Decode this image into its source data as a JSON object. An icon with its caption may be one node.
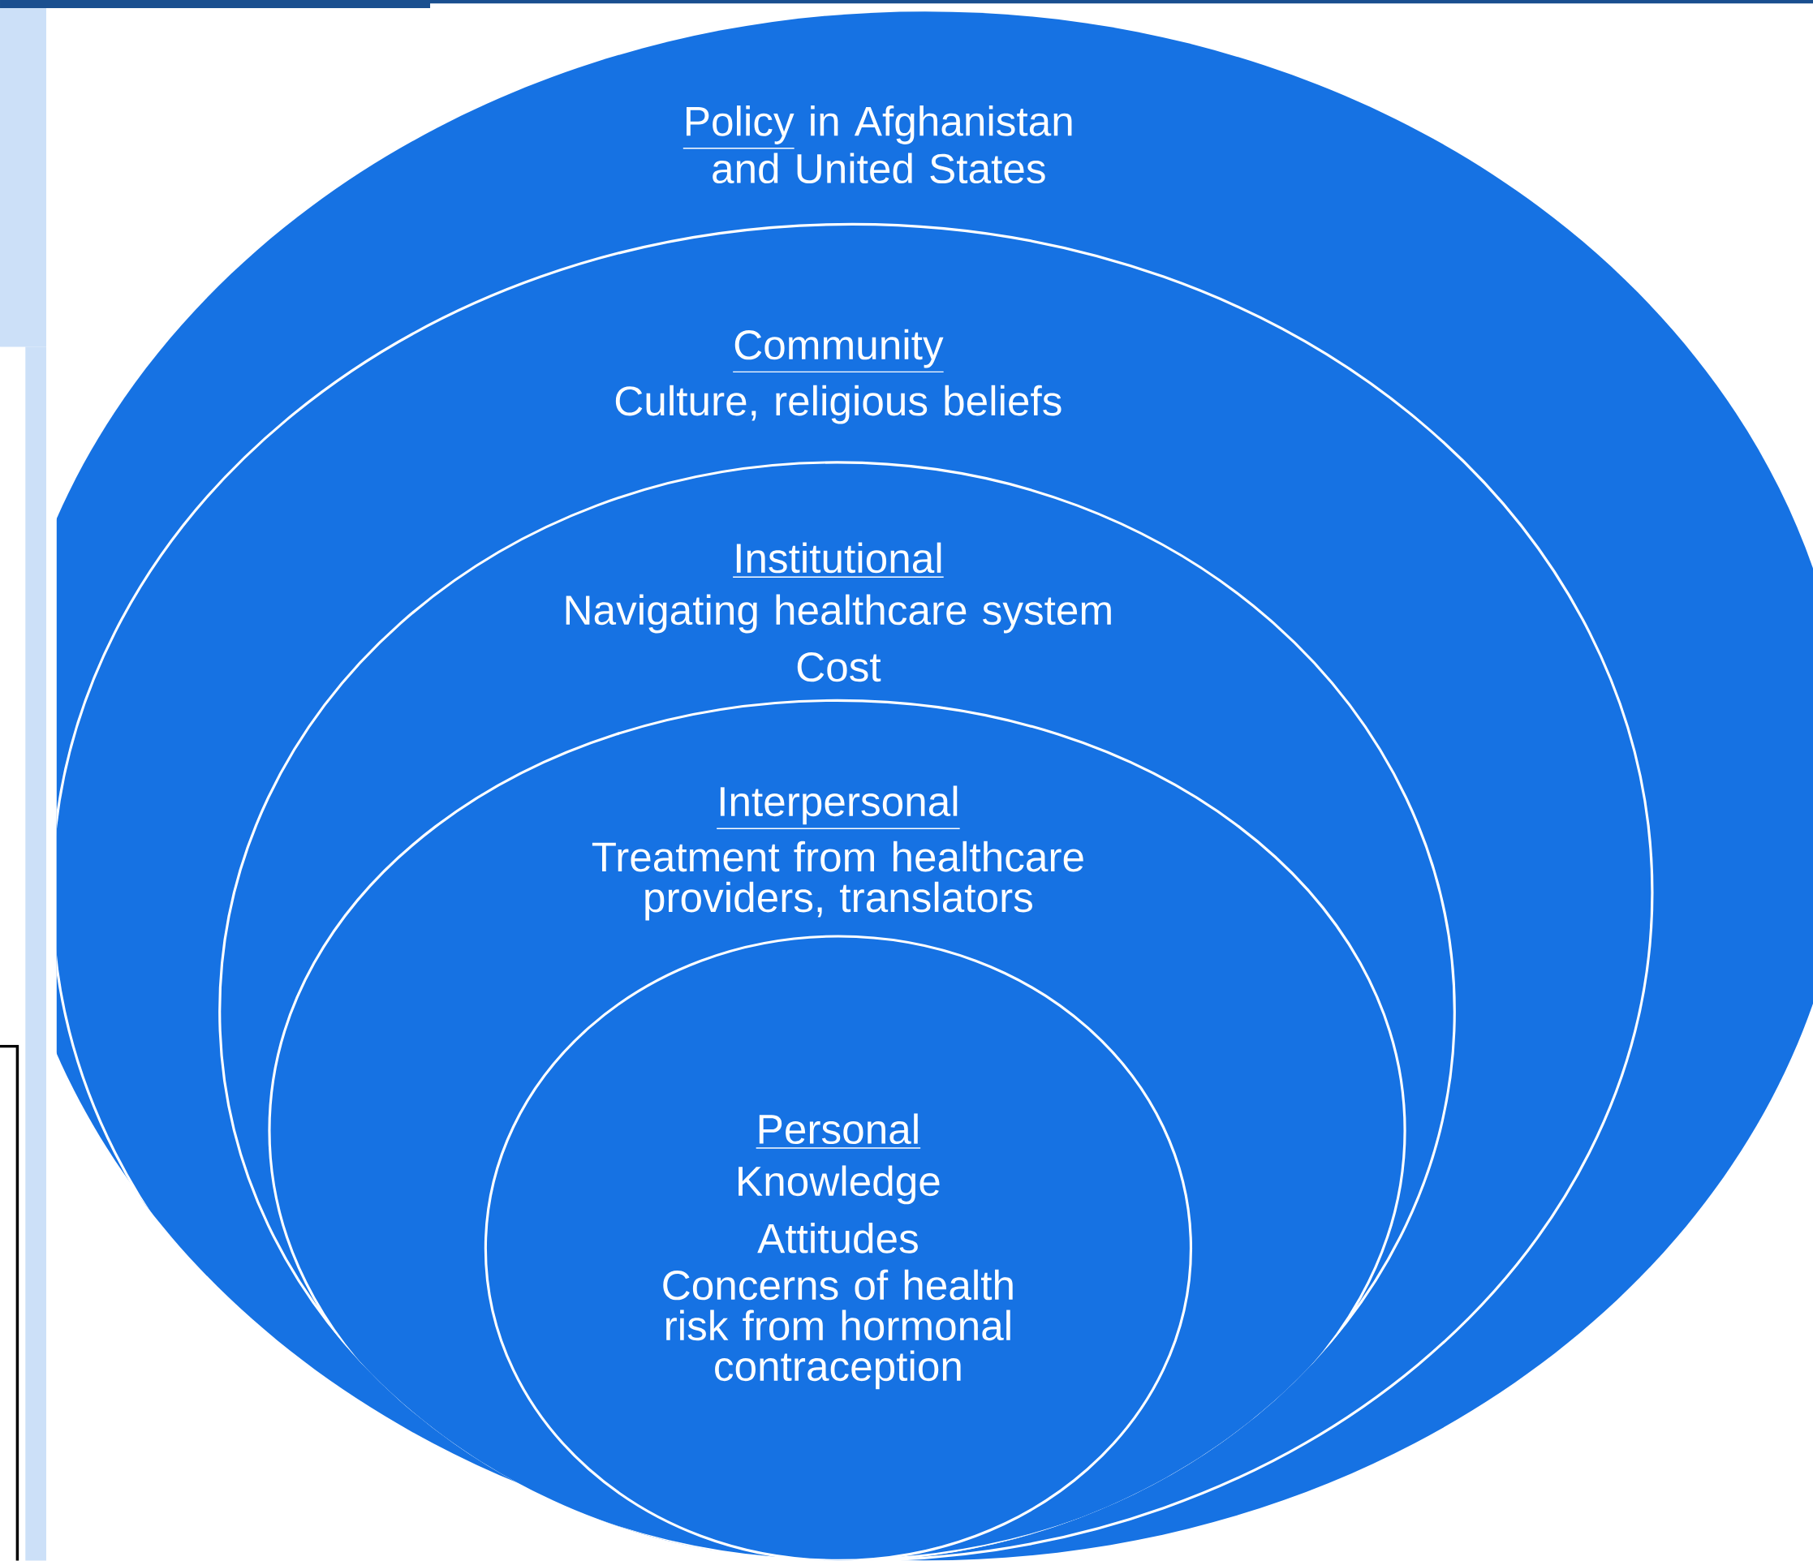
{
  "diagram": {
    "nodes": [
      {
        "text": [
          "Policy",
          "in Afghanistan and United States"
        ]
      },
      {
        "text": [
          "Community",
          "Culture, religious beliefs"
        ],
        "in": 0
      },
      {
        "text": [
          "Institutional",
          "Navigating healthcare system",
          "Cost"
        ],
        "in": 1
      },
      {
        "text": [
          "Interpersonal",
          "Treatment from healthcare providers, translators"
        ],
        "in": 2
      },
      {
        "text": [
          "Personal",
          "Knowledge",
          "Attitudes",
          "Concerns of health risk from hormonal contraception"
        ],
        "in": 3
      }
    ]
  }
}
